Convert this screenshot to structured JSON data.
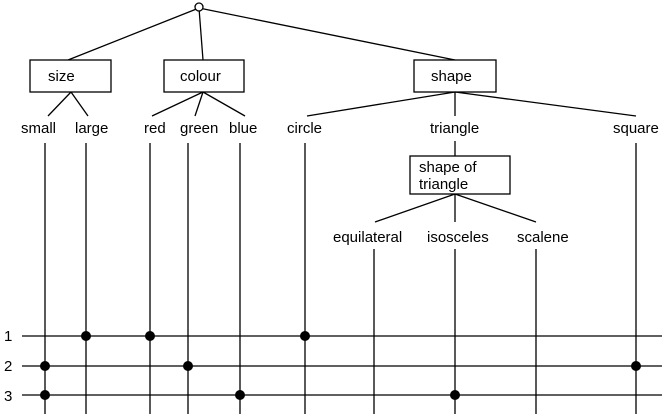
{
  "root": {
    "label": ""
  },
  "categories": [
    {
      "id": "size",
      "label": "size",
      "values": [
        "small",
        "large"
      ]
    },
    {
      "id": "colour",
      "label": "colour",
      "values": [
        "red",
        "green",
        "blue"
      ]
    },
    {
      "id": "shape",
      "label": "shape",
      "values": [
        "circle",
        "triangle",
        "square"
      ]
    }
  ],
  "subcategory": {
    "parent_value": "triangle",
    "label_lines": [
      "shape of",
      "triangle"
    ],
    "values": [
      "equilateral",
      "isosceles",
      "scalene"
    ]
  },
  "rows": [
    {
      "label": "1",
      "marks": [
        "large",
        "red",
        "circle"
      ]
    },
    {
      "label": "2",
      "marks": [
        "small",
        "green",
        "square"
      ]
    },
    {
      "label": "3",
      "marks": [
        "small",
        "blue",
        "isosceles"
      ]
    }
  ]
}
